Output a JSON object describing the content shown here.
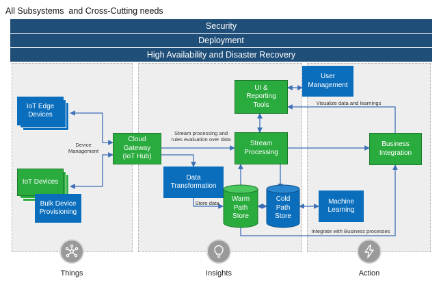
{
  "title": "All Subsystems  and Cross-Cutting needs",
  "bands": [
    "Security",
    "Deployment",
    "High Availability and Disaster Recovery"
  ],
  "boxes": {
    "iot_edge": "IoT Edge\nDevices",
    "iot_devices": "IoT Devices",
    "bulk": "Bulk Device\nProvisioning",
    "gateway": "Cloud\nGateway\n(IoT Hub)",
    "data_transform": "Data\nTransformation",
    "stream": "Stream\nProcessing",
    "ui": "UI &\nReporting\nTools",
    "user_mgmt": "User\nManagement",
    "business": "Business\nIntegration",
    "ml": "Machine\nLearning",
    "warm": "Warm\nPath\nStore",
    "cold": "Cold\nPath\nStore"
  },
  "labels": {
    "device_mgmt": "Device\nManagement",
    "stream_rules": "Stream processing and\nrules evaluation over data",
    "store_data": "Store data",
    "visualize": "Visualize data and learnings",
    "integrate": "Integrate with Business processes"
  },
  "footer": {
    "things": "Things",
    "insights": "Insights",
    "action": "Action"
  },
  "colors": {
    "band": "#1f4e79",
    "blue_box": "#0a6ebd",
    "green_box": "#2aab3e",
    "arrow": "#3b6fb6"
  },
  "icons": {
    "things": "network-nodes-icon",
    "insights": "lightbulb-icon",
    "action": "lightning-icon"
  }
}
